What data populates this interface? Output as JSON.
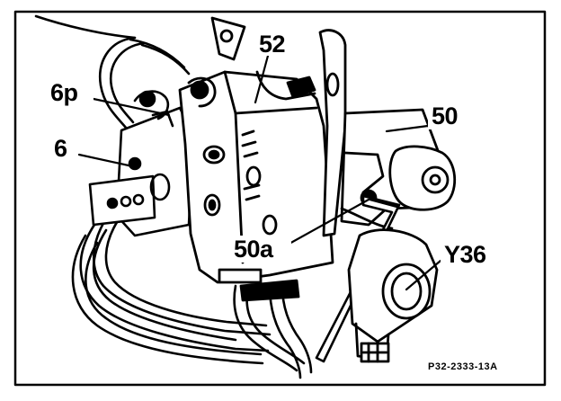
{
  "diagram": {
    "labels": {
      "p52": "52",
      "p6p": "6p",
      "p50": "50",
      "p6": "6",
      "p50a": "50a",
      "pY36": "Y36"
    },
    "figure_code": "P32-2333-13A",
    "colors": {
      "ink": "#000000",
      "paper": "#ffffff"
    }
  }
}
